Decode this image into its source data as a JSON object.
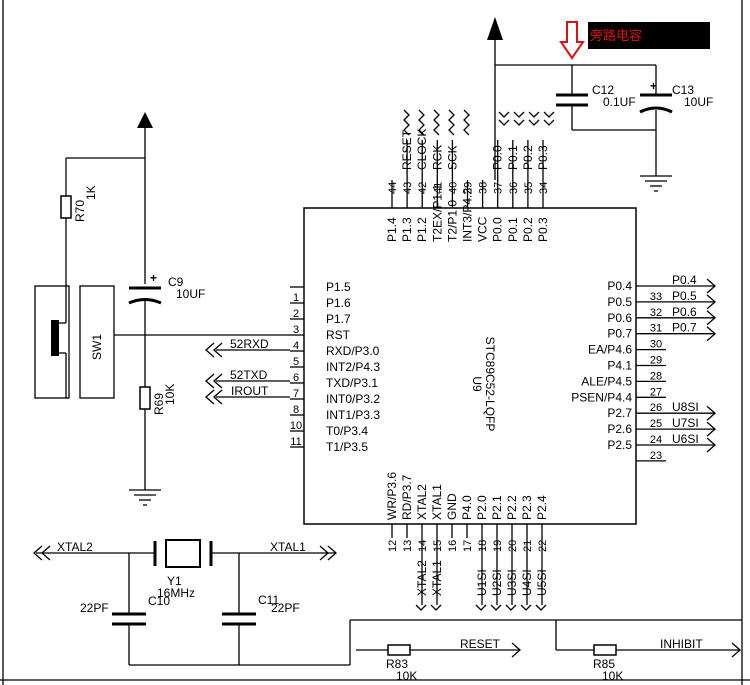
{
  "annotation": {
    "text": "旁路电容",
    "color": "#e01010"
  },
  "chip": {
    "part": "STC89C52-LQFP",
    "ref": "U9",
    "left": [
      {
        "num": "",
        "name": "P1.5"
      },
      {
        "num": "1",
        "name": "P1.6"
      },
      {
        "num": "2",
        "name": "P1.7"
      },
      {
        "num": "3",
        "name": "RST"
      },
      {
        "num": "4",
        "name": "RXD/P3.0"
      },
      {
        "num": "5",
        "name": "INT2/P4.3"
      },
      {
        "num": "6",
        "name": "TXD/P3.1"
      },
      {
        "num": "7",
        "name": "INT0/P3.2"
      },
      {
        "num": "8",
        "name": "INT1/P3.3"
      },
      {
        "num": "10",
        "name": "T0/P3.4"
      },
      {
        "num": "11",
        "name": "T1/P3.5"
      }
    ],
    "right": [
      {
        "num": "",
        "name": "P0.4",
        "net": "P0.4"
      },
      {
        "num": "33",
        "name": "P0.5",
        "net": "P0.5"
      },
      {
        "num": "32",
        "name": "P0.6",
        "net": "P0.6"
      },
      {
        "num": "31",
        "name": "P0.7",
        "net": "P0.7"
      },
      {
        "num": "30",
        "name": "EA/P4.6",
        "net": ""
      },
      {
        "num": "29",
        "name": "P4.1",
        "net": ""
      },
      {
        "num": "28",
        "name": "ALE/P4.5",
        "net": ""
      },
      {
        "num": "27",
        "name": "PSEN/P4.4",
        "net": ""
      },
      {
        "num": "26",
        "name": "P2.7",
        "net": "U8SI"
      },
      {
        "num": "25",
        "name": "P2.6",
        "net": "U7SI"
      },
      {
        "num": "24",
        "name": "P2.5",
        "net": "U6SI"
      },
      {
        "num": "23",
        "name": "",
        "net": ""
      }
    ],
    "top": [
      {
        "num": "44",
        "name": "P1.4",
        "net": ""
      },
      {
        "num": "43",
        "name": "P1.3",
        "net": "RESET"
      },
      {
        "num": "42",
        "name": "P1.2",
        "net": "CLOCK"
      },
      {
        "num": "41",
        "name": "T2EX/P1.1",
        "net": "RCK"
      },
      {
        "num": "40",
        "name": "T2/P1.0",
        "net": "SCK"
      },
      {
        "num": "39",
        "name": "INT3/P4.2",
        "net": ""
      },
      {
        "num": "38",
        "name": "VCC",
        "net": ""
      },
      {
        "num": "37",
        "name": "P0.0",
        "net": "P0.0"
      },
      {
        "num": "36",
        "name": "P0.1",
        "net": "P0.1"
      },
      {
        "num": "35",
        "name": "P0.2",
        "net": "P0.2"
      },
      {
        "num": "34",
        "name": "P0.3",
        "net": "P0.3"
      }
    ],
    "bottom": [
      {
        "num": "12",
        "name": "WR/P3.6",
        "net": ""
      },
      {
        "num": "13",
        "name": "RD/P3.7",
        "net": ""
      },
      {
        "num": "14",
        "name": "XTAL2",
        "net": "XTAL2"
      },
      {
        "num": "15",
        "name": "XTAL1",
        "net": "XTAL1"
      },
      {
        "num": "16",
        "name": "GND",
        "net": ""
      },
      {
        "num": "17",
        "name": "P4.0",
        "net": ""
      },
      {
        "num": "18",
        "name": "P2.0",
        "net": "U1SI"
      },
      {
        "num": "19",
        "name": "P2.1",
        "net": "U2SI"
      },
      {
        "num": "20",
        "name": "P2.2",
        "net": "U3SI"
      },
      {
        "num": "21",
        "name": "P2.3",
        "net": "U4SI"
      },
      {
        "num": "22",
        "name": "P2.4",
        "net": "U5SI"
      }
    ]
  },
  "nets_left": {
    "rxd": "52RXD",
    "txd": "52TXD",
    "irout": "IROUT"
  },
  "components": {
    "c12": {
      "ref": "C12",
      "value": "0.1UF"
    },
    "c13": {
      "ref": "C13",
      "value": "10UF",
      "polarity": "+"
    },
    "c9": {
      "ref": "C9",
      "value": "10UF",
      "polarity": "+"
    },
    "r70": {
      "ref": "R70",
      "value": "1K"
    },
    "r69": {
      "ref": "R69",
      "value": "10K"
    },
    "sw1": {
      "ref": "SW1"
    },
    "y1": {
      "ref": "Y1",
      "value": "16MHz"
    },
    "c10": {
      "ref": "C10",
      "value": "22PF"
    },
    "c11": {
      "ref": "C11",
      "value": "22PF"
    },
    "r83": {
      "ref": "R83",
      "value": "10K"
    },
    "r85": {
      "ref": "R85",
      "value": "10K"
    }
  },
  "nets_bottom": {
    "xtal2": "XTAL2",
    "xtal1": "XTAL1",
    "reset": "RESET",
    "inhibit": "INHIBIT"
  }
}
